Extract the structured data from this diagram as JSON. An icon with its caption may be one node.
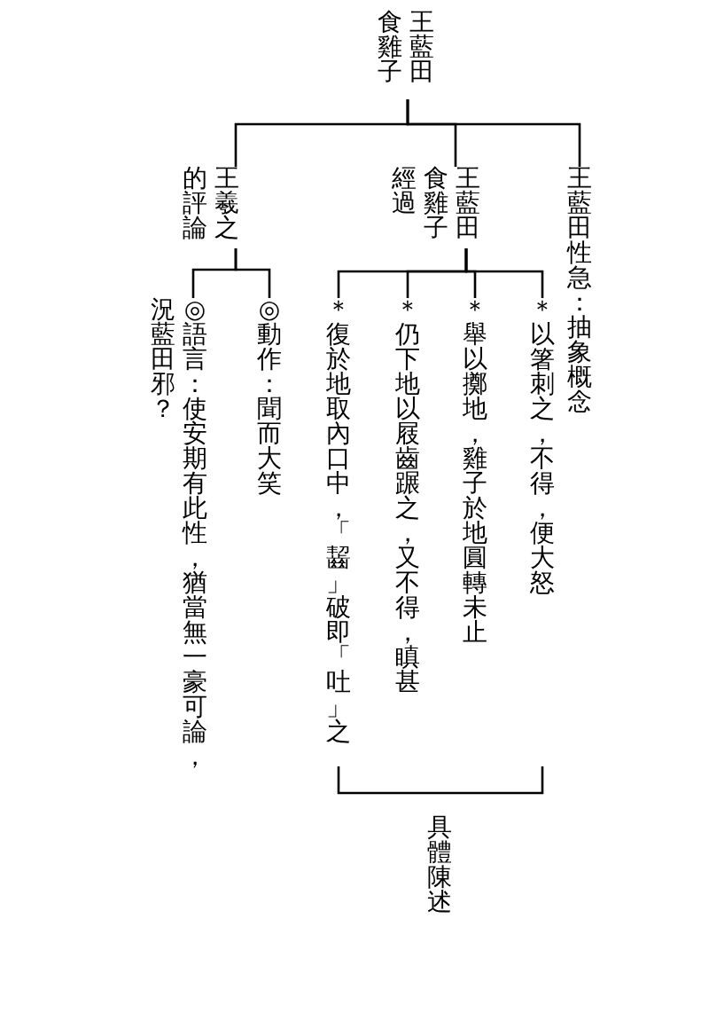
{
  "diagram": {
    "nodes": [
      {
        "text": [
          "王藍田食雞子"
        ]
      },
      {
        "text": [
          "王羲之的評論"
        ]
      },
      {
        "text": [
          "王藍田食雞子經過"
        ]
      },
      {
        "text": [
          "王藍田性急：抽象概念"
        ]
      },
      {
        "text": [
          "＊以箸刺之，不得，便大怒"
        ]
      },
      {
        "text": [
          "＊舉以擲地，雞子於地圓轉未止"
        ]
      },
      {
        "text": [
          "＊仍下地以屐齒蹍之，又不得，瞋甚"
        ]
      },
      {
        "text": [
          "＊復於地取內口中，「齧」破即「吐」之"
        ]
      },
      {
        "text": [
          "◎動作：聞而大笑"
        ]
      },
      {
        "text": [
          "◎語言：使安期有此性，猶當無一豪可論，況藍田邪？"
        ]
      }
    ],
    "edges": [
      {
        "from": 0,
        "to": 1,
        "arrow": "none"
      },
      {
        "from": 0,
        "to": 2,
        "arrow": "none"
      },
      {
        "from": 0,
        "to": 3,
        "arrow": "none"
      },
      {
        "from": 1,
        "to": 8,
        "arrow": "none"
      },
      {
        "from": 1,
        "to": 9,
        "arrow": "none"
      },
      {
        "from": 2,
        "to": 4,
        "arrow": "none"
      },
      {
        "from": 2,
        "to": 5,
        "arrow": "none"
      },
      {
        "from": 2,
        "to": 6,
        "arrow": "none"
      },
      {
        "from": 2,
        "to": 7,
        "arrow": "none"
      }
    ],
    "labels": [
      "具體陳述"
    ]
  }
}
